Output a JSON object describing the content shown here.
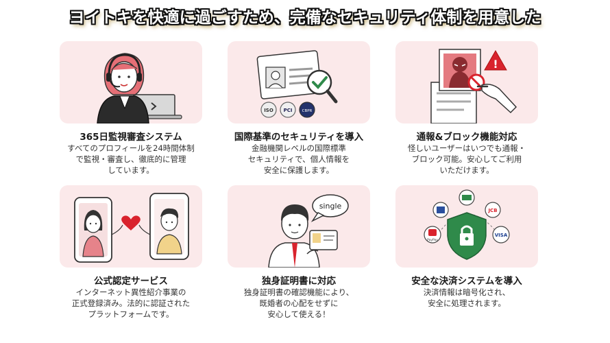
{
  "headline": "ヨイトキを快適に過ごすため、完備なセキュリティ体制を用意した",
  "cards": [
    {
      "title": "365日監視審査システム",
      "lines": [
        "すべてのプロフィールを24時間体制",
        "で監視・審査し、徹底的に管理",
        "しています。"
      ]
    },
    {
      "title": "国際基準のセキュリティを導入",
      "lines": [
        "金融機関レベルの国際標準",
        "セキュリティで、個人情報を",
        "安全に保護します。"
      ],
      "badges": [
        "ISO",
        "PCI",
        "CBPR"
      ]
    },
    {
      "title": "通報&ブロック機能対応",
      "lines": [
        "怪しいユーザーはいつでも通報・",
        "ブロック可能。安心してご利用",
        "いただけます。"
      ]
    },
    {
      "title": "公式認定サービス",
      "lines": [
        "インターネット異性紹介事業の",
        "正式登録済み。法的に認証された",
        "プラットフォームです。"
      ]
    },
    {
      "title": "独身証明書に対応",
      "lines": [
        "独身証明書の確認機能により、",
        "既婚者の心配をせずに",
        "安心して使える！"
      ],
      "bubble": "single"
    },
    {
      "title": "安全な決済システムを導入",
      "lines": [
        "決済情報は暗号化され、",
        "安全に処理されます。"
      ],
      "payments": [
        "PayPay",
        "JCB",
        "VISA"
      ]
    }
  ],
  "colors": {
    "card_bg": "#fbe9ea",
    "accent_red": "#d9232d",
    "shield_green": "#2f8a4a"
  }
}
